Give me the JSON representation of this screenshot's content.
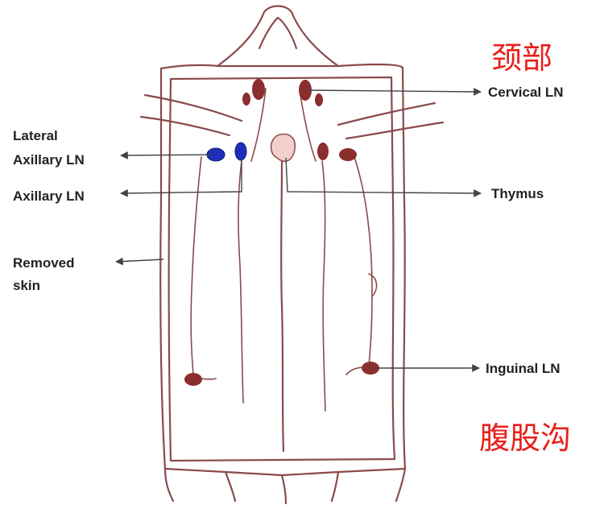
{
  "labels": {
    "cervical": "Cervical LN",
    "lateral_axillary_line1": "Lateral",
    "lateral_axillary_line2": "Axillary LN",
    "axillary": "Axillary LN",
    "thymus": "Thymus",
    "removed_skin_line1": "Removed",
    "removed_skin_line2": "skin",
    "inguinal": "Inguinal LN"
  },
  "annotations": {
    "cervical_cn": "颈部",
    "inguinal_cn": "腹股沟"
  },
  "colors": {
    "outline": "#8b4a4a",
    "lymph_node": "#8b2e2e",
    "axillary_node": "#1e2eb8",
    "thymus": "#f3d0cc",
    "annotation_cn": "#e8201a",
    "arrow": "#444444"
  }
}
